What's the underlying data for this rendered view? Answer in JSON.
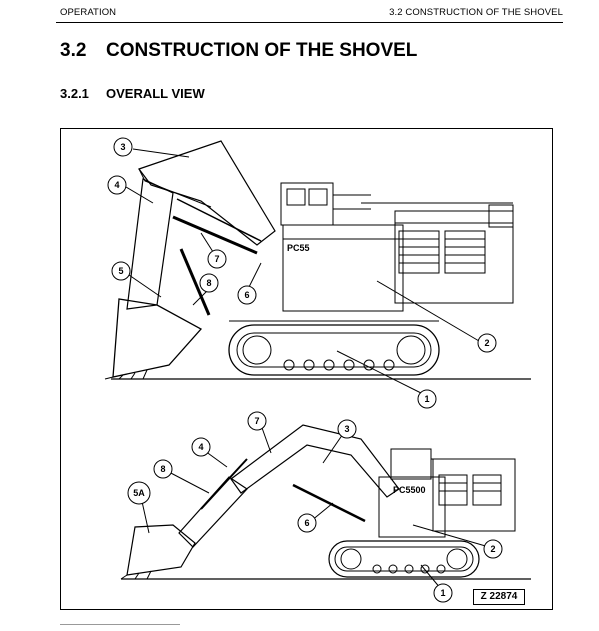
{
  "header": {
    "left": "OPERATION",
    "right": "3.2 CONSTRUCTION OF THE SHOVEL"
  },
  "section": {
    "number": "3.2",
    "title": "CONSTRUCTION OF THE SHOVEL"
  },
  "subsection": {
    "number": "3.2.1",
    "title": "OVERALL VIEW"
  },
  "figure": {
    "code": "Z 22874",
    "top_machine_label": "PC55",
    "bottom_machine_label": "PC5500",
    "callouts_top": [
      "3",
      "4",
      "5",
      "7",
      "8",
      "6",
      "2",
      "1"
    ],
    "callouts_bottom": [
      "7",
      "3",
      "4",
      "8",
      "5A",
      "6",
      "2",
      "1"
    ]
  }
}
